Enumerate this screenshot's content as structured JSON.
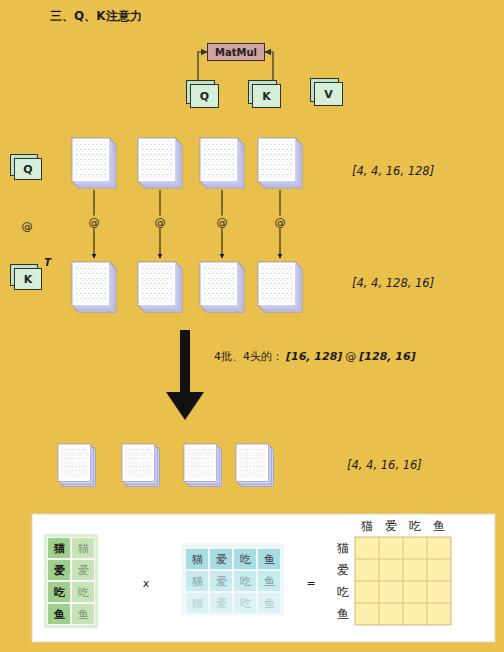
{
  "diagram": {
    "title": "三、Q、K注意力",
    "nodes": [
      {
        "text": [
          "MatMul"
        ]
      },
      {
        "text": [
          "Q"
        ]
      },
      {
        "text": [
          "K"
        ]
      },
      {
        "text": [
          "V"
        ]
      },
      {
        "text": [
          "Q"
        ]
      },
      {
        "text": [
          "K",
          "T"
        ]
      }
    ],
    "edges": [
      {
        "from": 1,
        "to": 0,
        "arrow": "to"
      },
      {
        "from": 2,
        "to": 0,
        "arrow": "to"
      }
    ],
    "labels": [
      "@",
      "[4, 4, 16, 128]",
      "@",
      "@",
      "@",
      "@",
      "[4, 4, 128, 16]",
      "4批、4头的：",
      "[16, 128]",
      "@",
      "[128, 16]",
      "[4, 4, 16, 16]",
      "猫",
      "猫",
      "爱",
      "爱",
      "吃",
      "吃",
      "鱼",
      "鱼",
      "x",
      "猫",
      "爱",
      "吃",
      "鱼",
      "猫",
      "爱",
      "吃",
      "鱼",
      "猫",
      "爱",
      "吃",
      "鱼",
      "=",
      "猫",
      "爱",
      "吃",
      "鱼",
      "猫",
      "爱",
      "吃",
      "鱼"
    ]
  }
}
